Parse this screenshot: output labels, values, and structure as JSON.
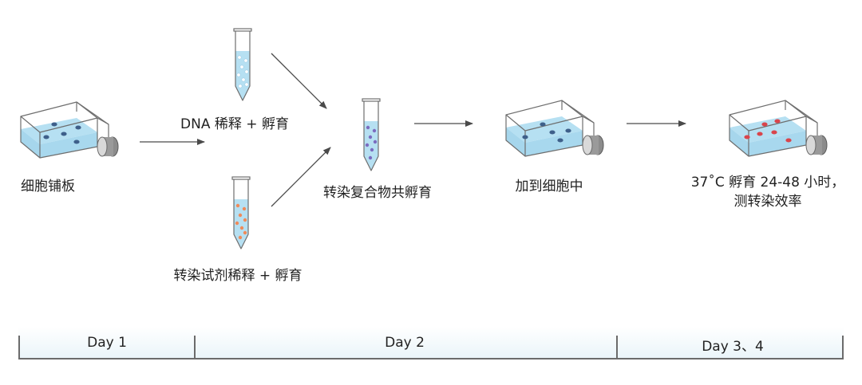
{
  "colors": {
    "liquid": "#b6e0f2",
    "outline": "#6e6e6e",
    "dot_blue": "#3e5f8a",
    "dot_white": "#ffffff",
    "dot_orange": "#ef8a5a",
    "dot_purple": "#7b6cc0",
    "dot_red": "#d9444b",
    "arrow": "#4a4a4a"
  },
  "steps": {
    "plate_cells": "细胞铺板",
    "dna_dilute": "DNA 稀释 + 孵育",
    "reagent_dilute": "转染试剂稀释 + 孵育",
    "complex_incubate": "转染复合物共孵育",
    "add_to_cells": "加到细胞中",
    "incubate_line1": "37˚C 孵育 24-48 小时，",
    "incubate_line2": "测转染效率"
  },
  "timeline": {
    "day1": "Day 1",
    "day2": "Day 2",
    "day34": "Day 3、4"
  }
}
